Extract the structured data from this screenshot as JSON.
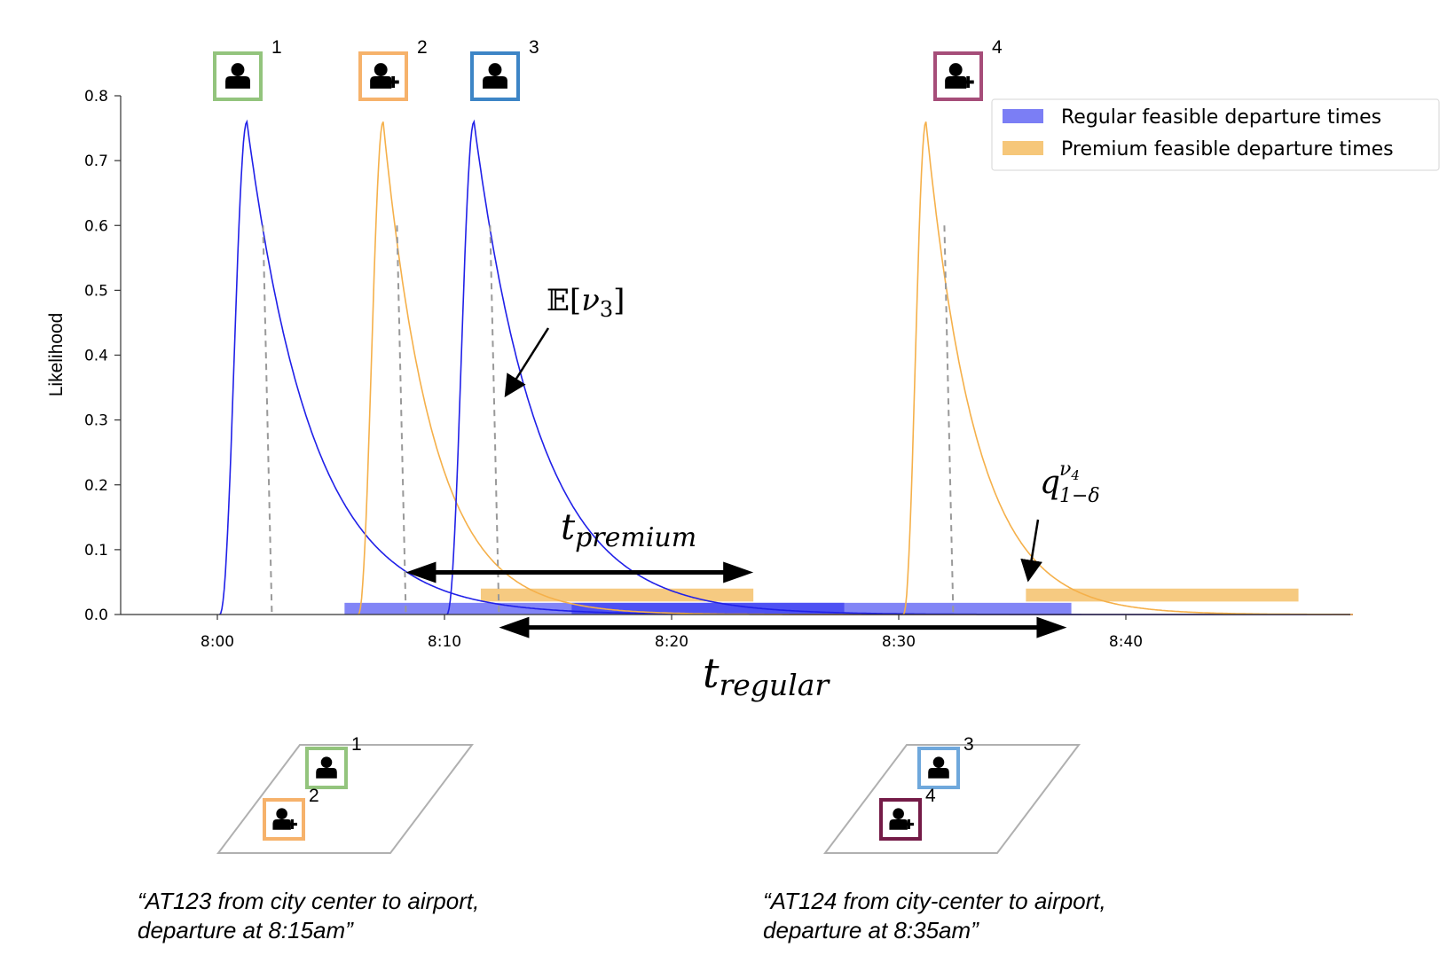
{
  "chart_data": {
    "type": "line",
    "ylabel": "Likelihood",
    "xlabel_math": "t",
    "xlabel_sub": "regular",
    "ylim": [
      0,
      0.8
    ],
    "xlim_minutes": [
      -4,
      50
    ],
    "x_tick_labels": [
      "8:00",
      "8:10",
      "8:20",
      "8:30",
      "8:40"
    ],
    "x_tick_minutes": [
      0,
      10,
      20,
      30,
      40
    ],
    "y_tick_values": [
      0.0,
      0.1,
      0.2,
      0.3,
      0.4,
      0.5,
      0.6,
      0.7,
      0.8
    ],
    "y_tick_labels": [
      "0.0",
      "0.1",
      "0.2",
      "0.3",
      "0.4",
      "0.5",
      "0.6",
      "0.7",
      "0.8"
    ],
    "grid": false,
    "legend_position": "top-right",
    "series": [
      {
        "name": "Regular feasible departure times",
        "color": "#7b7ef5"
      },
      {
        "name": "Premium feasible departure times",
        "color": "#f6c77a"
      }
    ],
    "curves": [
      {
        "id": "1",
        "kind": "regular",
        "color": "#2020e8",
        "start_min": 0.1,
        "peak_min": 1.3,
        "peak": 0.76,
        "decay_min": 3.3,
        "expected_min": 2.4
      },
      {
        "id": "2",
        "kind": "premium",
        "color": "#f5b04a",
        "start_min": 6.2,
        "peak_min": 7.3,
        "peak": 0.76,
        "decay_min": 2.5,
        "expected_min": 8.3
      },
      {
        "id": "3",
        "kind": "regular",
        "color": "#2020e8",
        "start_min": 10.1,
        "peak_min": 11.3,
        "peak": 0.76,
        "decay_min": 3.3,
        "expected_min": 12.4
      },
      {
        "id": "4",
        "kind": "premium",
        "color": "#f5b04a",
        "start_min": 30.2,
        "peak_min": 31.2,
        "peak": 0.76,
        "decay_min": 2.5,
        "expected_min": 32.4
      }
    ],
    "bands": [
      {
        "kind": "regular",
        "start_min": 5.6,
        "end_min": 37.6,
        "y_bottom": 0.0,
        "y_top": 0.018,
        "color": "#7b7ef5"
      },
      {
        "kind": "regular-overlap",
        "start_min": 15.6,
        "end_min": 27.6,
        "y_bottom": 0.0,
        "y_top": 0.018,
        "color": "#4b4ef2"
      },
      {
        "kind": "premium",
        "start_min": 11.6,
        "end_min": 23.6,
        "y_bottom": 0.02,
        "y_top": 0.04,
        "color": "#f6c77a"
      },
      {
        "kind": "premium",
        "start_min": 35.6,
        "end_min": 47.6,
        "y_bottom": 0.02,
        "y_top": 0.04,
        "color": "#f6c77a"
      }
    ],
    "intervals": [
      {
        "label_math": "t",
        "label_sub": "premium",
        "start_min": 8.3,
        "end_min": 23.6,
        "y": 0.065
      },
      {
        "label_math": "t",
        "label_sub": "regular",
        "start_min": 12.4,
        "end_min": 37.4,
        "y": -0.02
      }
    ],
    "annotations": [
      {
        "id": "expected",
        "text_prefix": "𝔼[",
        "text_var": "ν",
        "text_sub": "3",
        "text_suffix": "]"
      },
      {
        "id": "quantile",
        "text_var": "q",
        "text_sub": "1−δ",
        "text_sup_var": "ν",
        "text_sup_sub": "4"
      }
    ]
  },
  "passengers": [
    {
      "id": "1",
      "kind": "regular",
      "border": "#93c47d"
    },
    {
      "id": "2",
      "kind": "premium",
      "border": "#f6b26b"
    },
    {
      "id": "3",
      "kind": "regular",
      "border": "#3d85c6"
    },
    {
      "id": "4",
      "kind": "premium",
      "border": "#a64d79"
    }
  ],
  "vehicles": [
    {
      "members": [
        "1",
        "2"
      ],
      "caption": "“AT123 from city center to airport,\ndeparture at 8:15am”"
    },
    {
      "members": [
        "3",
        "4"
      ],
      "caption": "“AT124 from city-center to airport,\ndeparture at 8:35am”"
    }
  ],
  "vehicle_member_borders": {
    "1": "#93c47d",
    "2": "#f6b26b",
    "3": "#6fa8dc",
    "4": "#741b47"
  }
}
